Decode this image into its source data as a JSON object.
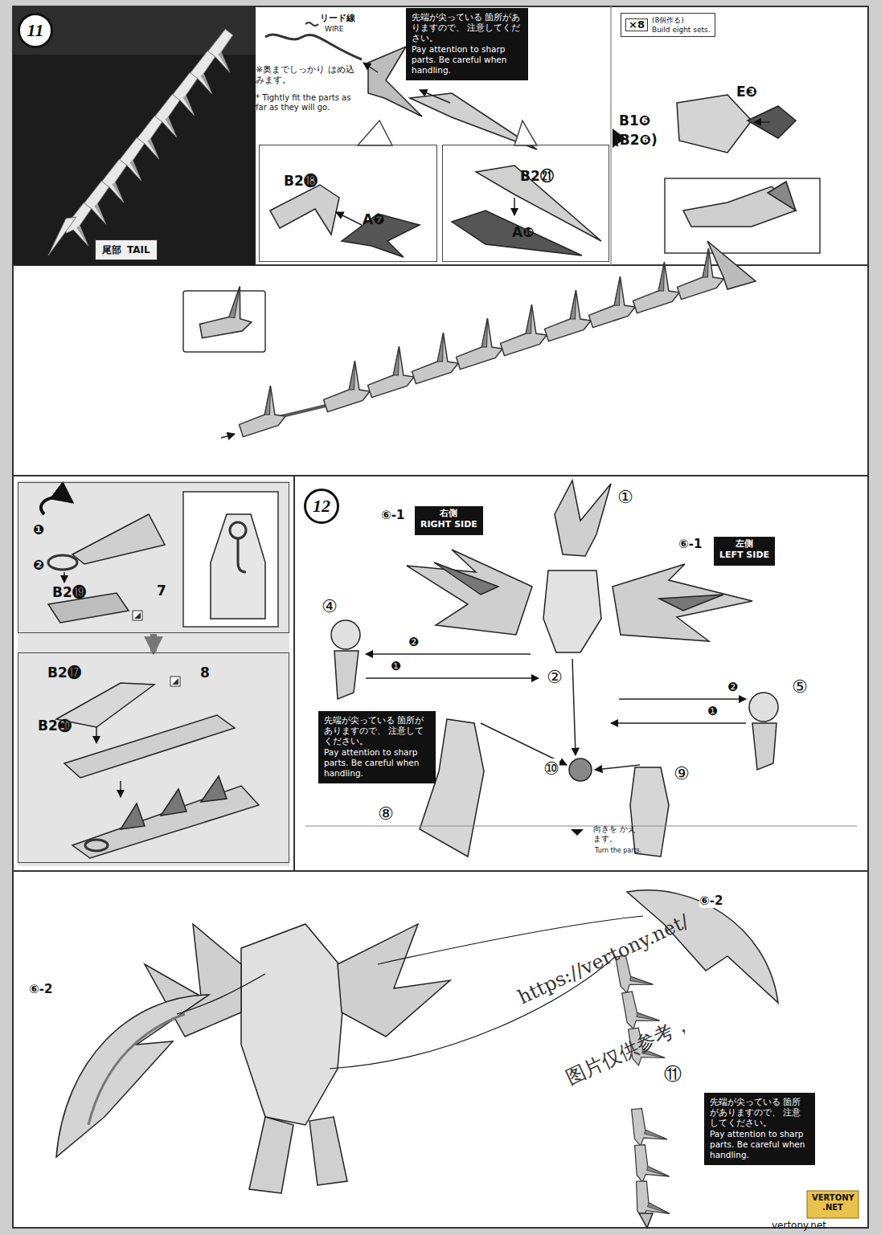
{
  "diagram": {
    "nodes": [
      {
        "text": [
          "11"
        ]
      },
      {
        "text": [
          "尾部",
          "TAIL"
        ]
      },
      {
        "text": [
          "先端が尖っている 箇所がありますので、 注意してください。",
          "Pay attention to sharp parts. Be careful when handling."
        ]
      },
      {
        "text": [
          "×8",
          "(8個作る)",
          "Build eight sets."
        ]
      },
      {
        "text": [
          "B2⓲",
          "A❼"
        ]
      },
      {
        "text": [
          "B2㉑",
          "A❿"
        ]
      },
      {
        "text": [
          "❶",
          "❷",
          "B2⓳",
          "7"
        ]
      },
      {
        "text": [
          "B2⓱",
          "8",
          "B2⓴"
        ]
      },
      {
        "text": [
          "12"
        ]
      },
      {
        "text": [
          "右側",
          "RIGHT SIDE"
        ]
      },
      {
        "text": [
          "左側",
          "LEFT SIDE"
        ]
      },
      {
        "text": [
          "先端が尖っている 箇所がありますので、 注意してください。",
          "Pay attention to sharp parts. Be careful when handling."
        ]
      },
      {
        "text": [
          "先端が尖っている 箇所がありますので、 注意してください。",
          "Pay attention to sharp parts. Be careful when handling."
        ]
      }
    ],
    "edges": [
      {
        "from": 6,
        "to": 7,
        "arrow": "to"
      }
    ],
    "labels": [
      "リード線",
      "WIRE",
      "※奥までしっかり はめ込みます。",
      "* Tightly fit the parts as far as they will go.",
      "B1❻",
      "(B2❻)",
      "E❸",
      "⑥-1",
      "⑥-1",
      "①",
      "④",
      "⑤",
      "❷",
      "❶",
      "❶",
      "❷",
      "②",
      "⑧",
      "⑩",
      "⑨",
      "向きを かえます。",
      "Turn the parts.",
      "⑥-2",
      "⑥-2",
      "⑪",
      "https://vertony.net/",
      "图片仅供参考，",
      "VERTONY .NET",
      "vertony.net"
    ]
  }
}
